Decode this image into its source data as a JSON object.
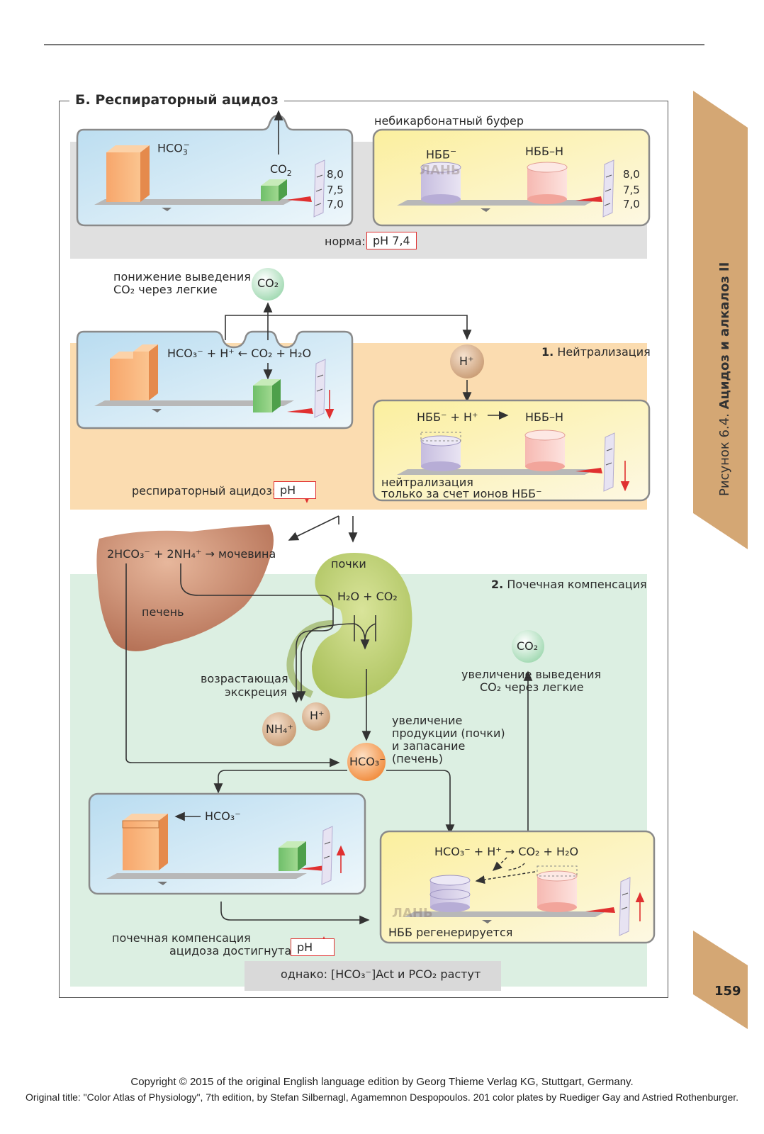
{
  "page": {
    "section_title": "Б. Респираторный ацидоз",
    "side_title_prefix": "Рисунок 6.4.",
    "side_title_main": "Ацидоз и алкалоз II",
    "page_number": "159",
    "footer_line1": "Copyright © 2015 of the original English language edition by Georg Thieme Verlag KG, Stuttgart, Germany.",
    "footer_line2": "Original title: \"Color Atlas of Physiology\", 7th edition, by Stefan Silbernagl, Agamemnon Despopoulos. 201 color plates by Ruediger Gay and Astried Rothenburger.",
    "watermark": "ЛАНЬ"
  },
  "top_panel": {
    "left_hco3": "HCO",
    "left_co2": "CO",
    "scale": [
      "8,0",
      "7,5",
      "7,0"
    ],
    "nbb_label": "небикарбонатный буфер",
    "nbb_minus": "НББ",
    "nbb_h": "НББ–Н",
    "norm_label": "норма:",
    "norm_ph": "pH 7,4"
  },
  "panel1": {
    "co2_caption_line1": "понижение выведения",
    "co2_caption_line2": "CO₂ через легкие",
    "co2_bubble": "CO₂",
    "reaction": "HCO₃⁻  + H⁺  ←  CO₂ + H₂O",
    "title_num": "1.",
    "title": "Нейтрализация",
    "h_bubble": "H⁺",
    "nbb_reaction_left": "НББ⁻ + H⁺",
    "nbb_reaction_right": "НББ–Н",
    "neutral_line1": "нейтрализация",
    "neutral_line2": "только за счет ионов НББ⁻",
    "acidosis_label": "респираторный ацидоз:",
    "acidosis_ph": "pH"
  },
  "panel2": {
    "liver_reaction": "2HCO₃⁻  + 2NH₄⁺  → мочевина",
    "liver_label": "печень",
    "kidney_label": "почки",
    "title_num": "2.",
    "title": "Почечная компенсация",
    "kidney_reaction": "H₂O + CO₂",
    "excretion_line1": "возрастающая",
    "excretion_line2": "экскреция",
    "nh4_bubble": "NH₄⁺",
    "h_bubble": "H⁺",
    "hco3_bubble": "HCO₃⁻",
    "prod_line1": "увеличение",
    "prod_line2": "продукции (почки)",
    "prod_line3": "и запасание",
    "prod_line4": "(печень)",
    "co2_bubble": "CO₂",
    "co2_out_line1": "увеличение выведения",
    "co2_out_line2": "CO₂ через легкие",
    "left_hco3": "HCO₃⁻",
    "right_reaction": "HCO₃⁻  + H⁺ → CO₂ + H₂O",
    "nbb_regen": "НББ регенерируется",
    "comp_line1": "почечная компенсация",
    "comp_line2": "ацидоза достигнута:",
    "comp_ph": "pH",
    "however": "однако: [HCO₃⁻]Act  и  PCO₂  растут"
  },
  "colors": {
    "accent": "#c9a06a",
    "blue_panel": "#d6ecf7",
    "yellow_panel": "#fbf2c8",
    "orange_band": "#fbdcb0",
    "green_band": "#dcefe2",
    "gray_band": "#e0e0e0",
    "red": "#e03030"
  }
}
